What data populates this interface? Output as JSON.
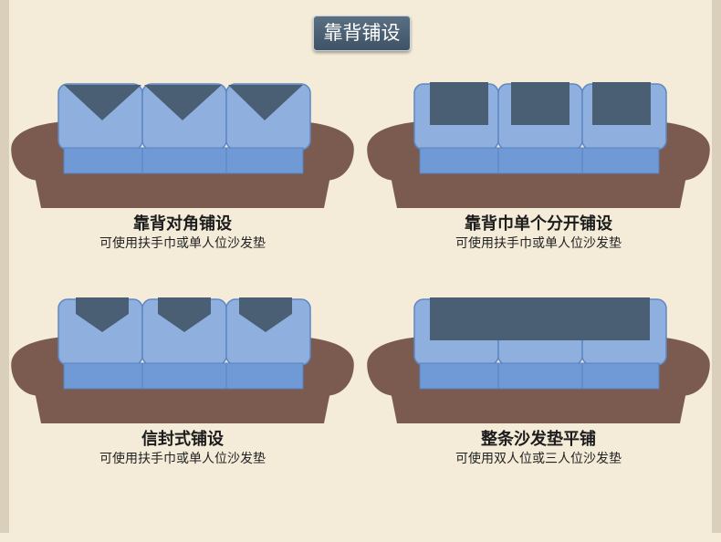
{
  "header": {
    "title": "靠背铺设"
  },
  "panels": [
    {
      "title": "靠背对角铺设",
      "subtitle": "可使用扶手巾或单人位沙发垫",
      "style": "diagonal"
    },
    {
      "title": "靠背巾单个分开铺设",
      "subtitle": "可使用扶手巾或单人位沙发垫",
      "style": "separate"
    },
    {
      "title": "信封式铺设",
      "subtitle": "可使用扶手巾或单人位沙发垫",
      "style": "envelope"
    },
    {
      "title": "整条沙发垫平铺",
      "subtitle": "可使用双人位或三人位沙发垫",
      "style": "full"
    }
  ],
  "colors": {
    "frame": "#7b5b50",
    "cushion": "#8fb0de",
    "seat": "#6f9ad6",
    "cover": "#4a5f74"
  }
}
